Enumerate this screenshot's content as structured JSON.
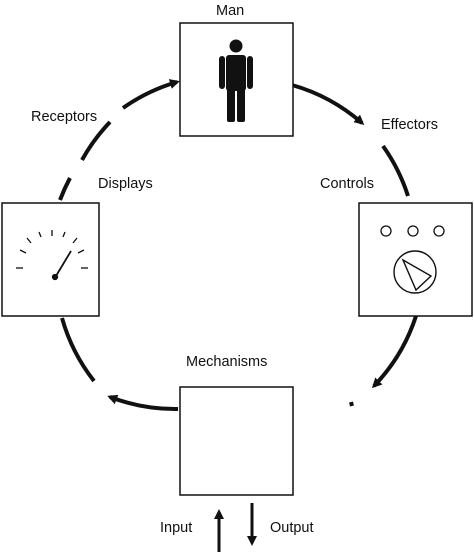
{
  "labels": {
    "man": "Man",
    "effectors": "Effectors",
    "controls": "Controls",
    "mechanisms": "Mechanisms",
    "displays": "Displays",
    "receptors": "Receptors",
    "input": "Input",
    "output": "Output"
  },
  "colors": {
    "stroke": "#111111",
    "background": "#ffffff"
  }
}
